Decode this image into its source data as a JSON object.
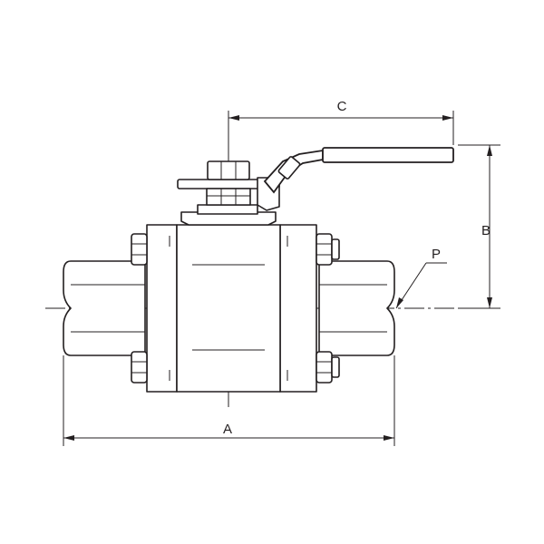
{
  "drawing": {
    "dimensions": {
      "a": "A",
      "b": "B",
      "c": "C",
      "p": "P"
    }
  }
}
